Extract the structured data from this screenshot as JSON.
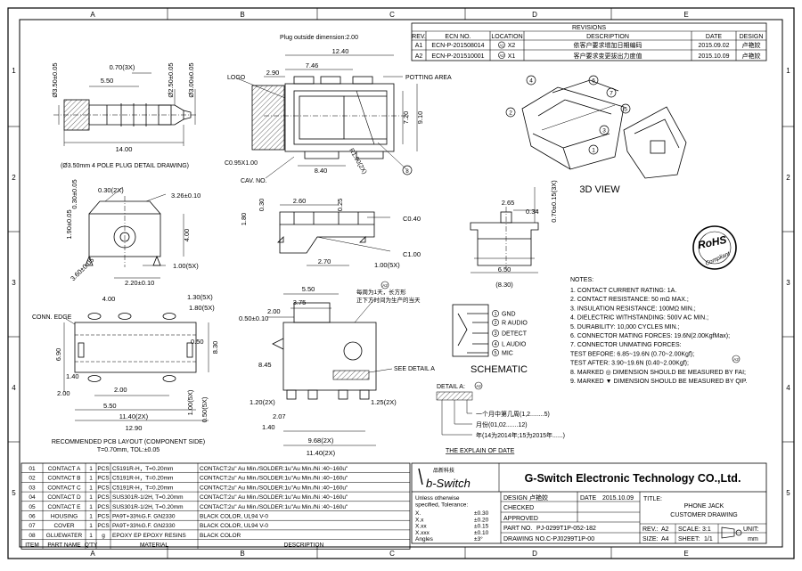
{
  "zones": {
    "cols": [
      "A",
      "B",
      "C",
      "D",
      "E"
    ],
    "rows": [
      "1",
      "2",
      "3",
      "4",
      "5"
    ]
  },
  "revisions": {
    "title": "REVISIONS",
    "headers": [
      "REV.",
      "ECN NO.",
      "LOCATION",
      "DESCRIPTION",
      "DATE",
      "DESIGN"
    ],
    "rows": [
      {
        "rev": "A1",
        "ecn": "ECN-P-201508014",
        "loc_mark": "A1",
        "loc": "X2",
        "desc": "依客户要求增加日期编码",
        "date": "2015.09.02",
        "design": "卢艳姣"
      },
      {
        "rev": "A2",
        "ecn": "ECN-P-201510001",
        "loc_mark": "A2",
        "loc": "X1",
        "desc": "客户要求变更拔出力度值",
        "date": "2015.10.09",
        "design": "卢艳姣"
      }
    ]
  },
  "plug_view": {
    "dims": [
      "Ø3.50±0.05",
      "5.50",
      "0.70(3X)",
      "Ø2.50±0.05",
      "Ø3.00±0.05",
      "14.00"
    ],
    "caption": "(Ø3.50mm 4 POLE PLUG DETAIL DRAWING)"
  },
  "top_view": {
    "callout": "Plug outside dimension:2.00",
    "dims": [
      "12.40",
      "7.46",
      "2.90",
      "8.40",
      "7.20",
      "9.10",
      "R1.90(2X)",
      "C0.95X1.00"
    ],
    "labels": [
      "LOGO",
      "POTTING AREA",
      "CAV. NO."
    ],
    "balloon": "8"
  },
  "side_view": {
    "dims": [
      "0.30±0.05",
      "1.90±0.05",
      "0.30(2X)",
      "3.26±0.10",
      "4.00",
      "1.00(5X)",
      "2.20±0.10",
      "3.60±0.05"
    ]
  },
  "front_view": {
    "dims": [
      "1.80",
      "0.30",
      "2.60",
      "0.25",
      "2.70",
      "C0.40",
      "C1.00",
      "1.00(5X)"
    ]
  },
  "end_view": {
    "dims": [
      "2.65",
      "0.34",
      "0.70±0.15(3X)",
      "6.50",
      "(8.30)"
    ]
  },
  "view3d": {
    "label": "3D VIEW",
    "balloons": [
      "1",
      "2",
      "3",
      "4",
      "5",
      "6",
      "7"
    ]
  },
  "rohs": {
    "line1": "RoHS",
    "line2": "Compliant"
  },
  "pcb_layout": {
    "dims": [
      "4.00",
      "1.30(5X)",
      "1.80(5X)",
      "0.50",
      "8.30",
      "6.90",
      "1.40",
      "2.00",
      "2.00",
      "5.50",
      "1.00(5X)",
      "0.50(5X)",
      "11.40(2X)",
      "12.90"
    ],
    "label": "CONN. EDGE",
    "caption_line1": "RECOMMENDED PCB LAYOUT (COMPONENT SIDE)",
    "caption_line2": "T=0.70mm,  TOL:±0.05"
  },
  "bottom_view": {
    "note": "每周为1天，长方形\n正下方时间为生产的当天",
    "note_mark": "A2",
    "dims": [
      "5.50",
      "3.75",
      "0.50±0.10",
      "2.00",
      "8.45",
      "1.20(2X)",
      "1.25(2X)",
      "2.07",
      "1.40",
      "9.68(2X)",
      "11.40(2X)"
    ],
    "detail_label": "SEE DETAIL A"
  },
  "schematic": {
    "title": "SCHEMATIC",
    "pins": [
      {
        "n": "1",
        "name": "GND"
      },
      {
        "n": "2",
        "name": "R AUDIO"
      },
      {
        "n": "3",
        "name": "DETECT"
      },
      {
        "n": "4",
        "name": "L AUDIO"
      },
      {
        "n": "5",
        "name": "MIC"
      }
    ]
  },
  "detail_a": {
    "label": "DETAIL A:",
    "mark": "A2",
    "lines": [
      "一个月中第几周(1,2........5)",
      "月份(01,02.......12)",
      "年(14为2014年;15为2015年......)"
    ],
    "caption": "THE EXPLAIN OF DATE"
  },
  "notes": {
    "title": "NOTES:",
    "items": [
      "1. CONTACT CURRENT RATING: 1A.",
      "2. CONTACT RESISTANCE: 50 mΩ MAX.;",
      "3. INSULATION RESISTANCE: 100MΩ MIN.;",
      "4. DIELECTRIC WITHSTANDING: 500V AC MIN.;",
      "5. DURABILITY: 10,000 CYCLES MIN.;",
      "6. CONNECTOR MATING FORCES: 19.6N(2.00KgfMax);",
      "7. CONNECTOR UNMATING FORCES:",
      "   TEST BEFORE: 6.85~19.6N (0.70~2.00Kgf);",
      "   TEST AFTER: 3.90~19.6N (0.40~2.00Kgf);",
      "8. MARKED ◎ DIMENSION SHOULD BE MEASURED BY FAI;",
      "9. MARKED ▼ DIMENSION SHOULD BE MEASURED BY QIP."
    ],
    "mark": "A2"
  },
  "bom": {
    "rows": [
      [
        "01",
        "CONTACT A",
        "1",
        "PCS",
        "C5191R-H，T=0.20mm",
        "CONTACT:2u\" Au Min./SOLDER:1u\"Au Min./Ni :40~160u\""
      ],
      [
        "02",
        "CONTACT B",
        "1",
        "PCS",
        "C5191R-H，T=0.20mm",
        "CONTACT:2u\" Au Min./SOLDER:1u\"Au Min./Ni :40~160u\""
      ],
      [
        "03",
        "CONTACT C",
        "1",
        "PCS",
        "C5191R-H，T=0.20mm",
        "CONTACT:2u\" Au Min./SOLDER:1u\"Au Min./Ni :40~160u\""
      ],
      [
        "04",
        "CONTACT D",
        "1",
        "PCS",
        "SUS301R-1/2H, T=0.20mm",
        "CONTACT:2u\" Au Min./SOLDER:1u\"Au Min./Ni :40~160u\""
      ],
      [
        "05",
        "CONTACT E",
        "1",
        "PCS",
        "SUS301R-1/2H, T=0.20mm",
        "CONTACT:2u\" Au Min./SOLDER:1u\"Au Min./Ni :40~160u\""
      ],
      [
        "06",
        "HOUSING",
        "1",
        "PCS",
        "PA9T+33%G.F. GN2330",
        "BLACK COLOR, UL94 V-0"
      ],
      [
        "07",
        "COVER",
        "1",
        "PCS",
        "PA9T+33%G.F. GN2330",
        "BLACK COLOR, UL94 V-0"
      ],
      [
        "08",
        "GLUEWATER",
        "1",
        "g",
        "EPOXY EP EPOXY RESINS",
        "BLACK COLOR"
      ]
    ],
    "headers": [
      "ITEM",
      "PART NAME",
      "Q'TY",
      "",
      "MATERIAL",
      "DESCRIPTION"
    ]
  },
  "title_block": {
    "logo_cn": "品新科技",
    "logo_en": "b-Switch",
    "company": "G-Switch Electronic Technology CO.,Ltd.",
    "tolerance_head": "Unless otherwise specified, Tolerance:",
    "tolerances": [
      [
        "X.",
        "±0.30"
      ],
      [
        "X.x",
        "±0.20"
      ],
      [
        "X.xx",
        "±0.15"
      ],
      [
        "X.xxx",
        "±0.10"
      ],
      [
        "Angles",
        "±3°"
      ]
    ],
    "design_label": "DESIGN",
    "design_name": "卢艳姣",
    "checked_label": "CHECKED",
    "approved_label": "APPROVED",
    "date_label": "DATE",
    "date_value": "2015.10.09",
    "part_no_label": "PART NO.",
    "part_no": "PJ-0299T1P-052-182",
    "drawing_no_label": "DRAWING NO.",
    "drawing_no": "C-PJ0299T1P-00",
    "title_label": "TITLE:",
    "title_line1": "PHONE JACK",
    "title_line2": "CUSTOMER DRAWING",
    "rev_label": "REV.:",
    "rev": "A2",
    "scale_label": "SCALE:",
    "scale": "3:1",
    "size_label": "SIZE:",
    "size": "A4",
    "sheet_label": "SHEET:",
    "sheet": "1/1",
    "unit_label": "UNIT:",
    "unit": "mm"
  }
}
